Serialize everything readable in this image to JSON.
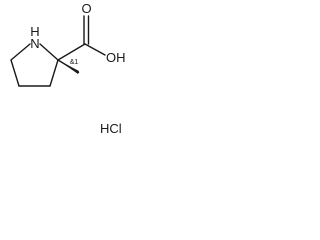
{
  "molecule": {
    "labels": {
      "amine": "N",
      "amine_h": "H",
      "stereo": "&1",
      "carbonyl_oxygen": "O",
      "hydroxyl": "OH",
      "salt": "HCl"
    }
  }
}
